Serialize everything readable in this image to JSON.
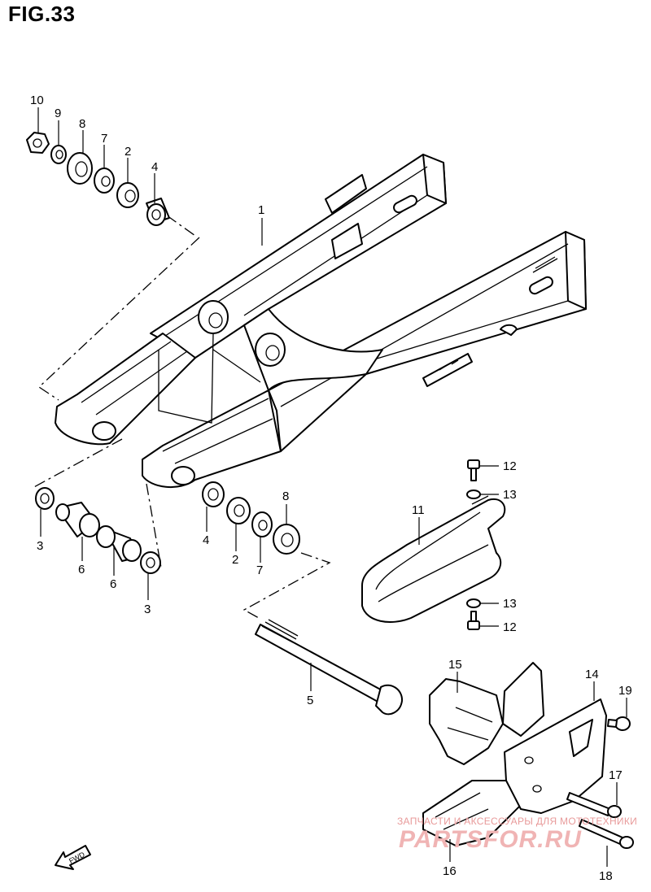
{
  "figure": {
    "title": "FIG.33"
  },
  "labels": {
    "l1": "1",
    "l2a": "2",
    "l2b": "2",
    "l3a": "3",
    "l3b": "3",
    "l4a": "4",
    "l4b": "4",
    "l5": "5",
    "l6a": "6",
    "l6b": "6",
    "l7a": "7",
    "l7b": "7",
    "l8a": "8",
    "l8b": "8",
    "l9": "9",
    "l10": "10",
    "l11": "11",
    "l12a": "12",
    "l12b": "12",
    "l13a": "13",
    "l13b": "13",
    "l14": "14",
    "l15": "15",
    "l16": "16",
    "l17": "17",
    "l18": "18",
    "l19": "19"
  },
  "fwd_arrow": {
    "text": "FWD"
  },
  "watermark": {
    "caption": "ЗАПЧАСТИ И АКСЕССУАРЫ ДЛЯ МОТОТЕХНИКИ",
    "logo": "PARTSFOR.RU"
  }
}
